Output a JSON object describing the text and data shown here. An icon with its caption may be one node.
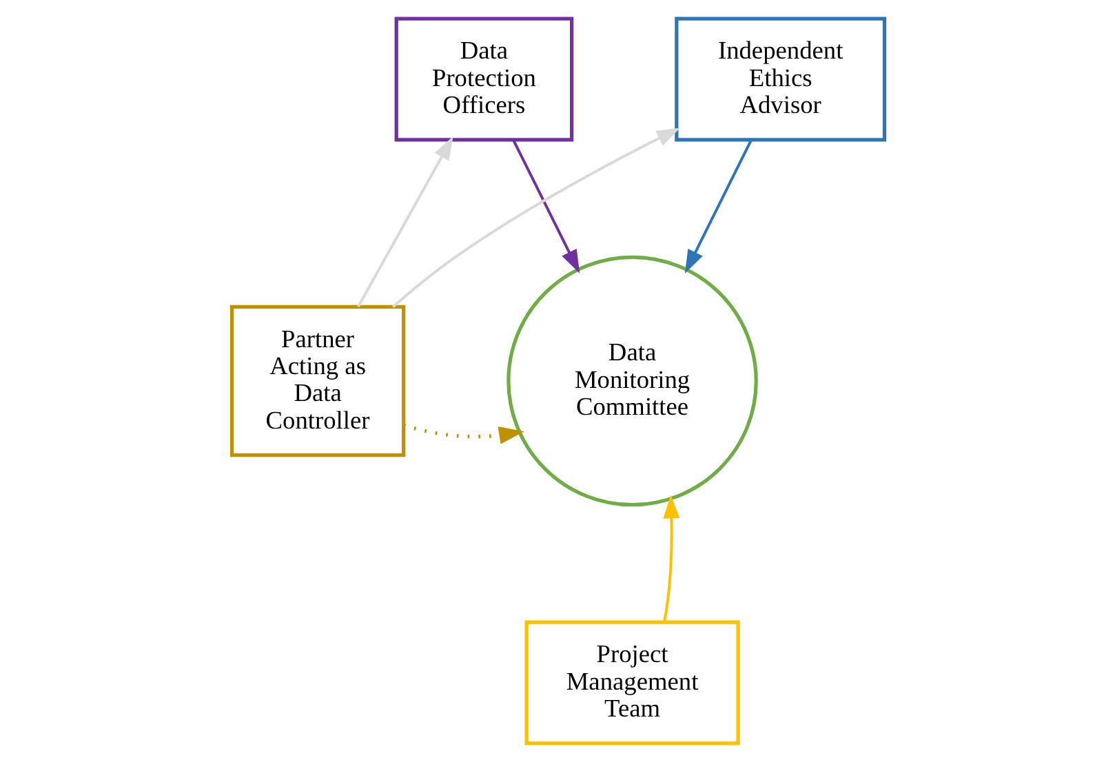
{
  "diagram": {
    "nodes": [
      {
        "text": [
          "Data Protection Officers"
        ]
      },
      {
        "text": [
          "Independent Ethics Advisor"
        ]
      },
      {
        "text": [
          "Partner Acting as Data Controller"
        ]
      },
      {
        "text": [
          "Data Monitoring Committee"
        ]
      },
      {
        "text": [
          "Project Management Team"
        ]
      }
    ],
    "edges": [
      {
        "from": 2,
        "to": 0,
        "arrow": "to",
        "color": "#d9d9d9"
      },
      {
        "from": 2,
        "to": 1,
        "arrow": "to",
        "color": "#d9d9d9"
      },
      {
        "from": 0,
        "to": 3,
        "arrow": "to",
        "color": "#7030a0"
      },
      {
        "from": 1,
        "to": 3,
        "arrow": "to",
        "color": "#2e75b6"
      },
      {
        "from": 2,
        "to": 3,
        "arrow": "to",
        "style": "dashed",
        "color": "#bf9000"
      },
      {
        "from": 4,
        "to": 3,
        "arrow": "to",
        "color": "#ffc000"
      }
    ]
  }
}
